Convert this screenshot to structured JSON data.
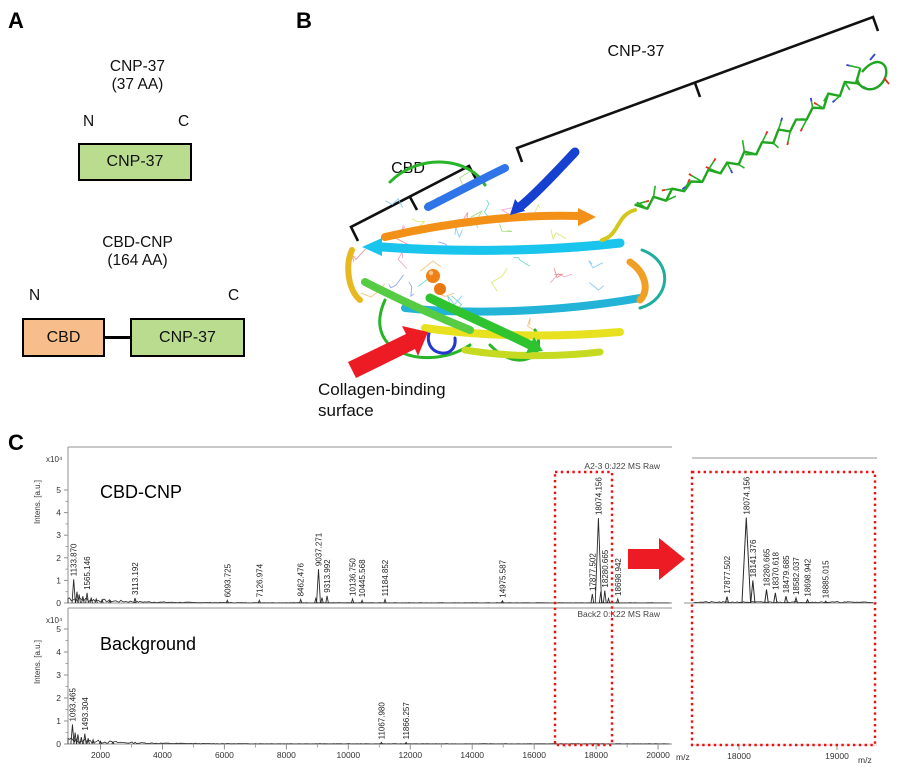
{
  "panels": {
    "a": {
      "label": "A",
      "construct1": {
        "title": "CNP-37",
        "subtitle": "(37 AA)",
        "n_label": "N",
        "c_label": "C",
        "domain": "CNP-37",
        "domain_color": "#b9dc8f"
      },
      "construct2": {
        "title": "CBD-CNP",
        "subtitle": "(164 AA)",
        "n_label": "N",
        "c_label": "C",
        "domain1": "CBD",
        "domain1_color": "#f7bd8b",
        "domain2": "CNP-37",
        "domain2_color": "#b9dc8f"
      }
    },
    "b": {
      "label": "B",
      "bracket_cnp37": "CNP-37",
      "bracket_cbd": "CBD",
      "annotation_line1": "Collagen-binding",
      "annotation_line2": "surface",
      "accent_red": "#ed1c24"
    },
    "c": {
      "label": "C",
      "highlight_color": "#f01010",
      "chart_data": [
        {
          "type": "line",
          "title": "CBD-CNP",
          "source_label": "A2-3 0:J22 MS Raw",
          "ylabel": "Intens. [a.u.]",
          "y_scale_label": "x10⁴",
          "ylim": [
            0,
            5.8
          ],
          "yticks": [
            0,
            1,
            2,
            3,
            4,
            5
          ],
          "xlim": [
            950,
            20450
          ],
          "xticks": [
            2000,
            4000,
            6000,
            8000,
            10000,
            12000,
            14000,
            16000,
            18000,
            20000
          ],
          "xlabel": "m/z",
          "labeled_peaks": [
            {
              "mz": 1133.87,
              "intensity": 1.05,
              "label": "1133.870"
            },
            {
              "mz": 1565.146,
              "intensity": 0.45,
              "label": "1565.146"
            },
            {
              "mz": 3113.192,
              "intensity": 0.22,
              "label": "3113.192"
            },
            {
              "mz": 6093.725,
              "intensity": 0.12,
              "label": "6093.725"
            },
            {
              "mz": 7126.974,
              "intensity": 0.12,
              "label": "7126.974"
            },
            {
              "mz": 8462.476,
              "intensity": 0.16,
              "label": "8462.476"
            },
            {
              "mz": 9037.271,
              "intensity": 1.5,
              "label": "9037.271"
            },
            {
              "mz": 9313.992,
              "intensity": 0.32,
              "label": "9313.992"
            },
            {
              "mz": 10136.75,
              "intensity": 0.18,
              "label": "10136.750"
            },
            {
              "mz": 10445.568,
              "intensity": 0.12,
              "label": "10445.568"
            },
            {
              "mz": 11184.852,
              "intensity": 0.16,
              "label": "11184.852"
            },
            {
              "mz": 14975.587,
              "intensity": 0.1,
              "label": "14975.587"
            },
            {
              "mz": 17877.502,
              "intensity": 0.4,
              "label": "17877.502"
            },
            {
              "mz": 18074.156,
              "intensity": 3.76,
              "label": "18074.156"
            },
            {
              "mz": 18280.665,
              "intensity": 0.55,
              "label": "18280.665"
            },
            {
              "mz": 18698.942,
              "intensity": 0.18,
              "label": "18698.942"
            }
          ],
          "minor_peaks": [
            [
              1240,
              0.5
            ],
            [
              1310,
              0.38
            ],
            [
              1430,
              0.3
            ],
            [
              1700,
              0.24
            ],
            [
              1860,
              0.18
            ],
            [
              2050,
              0.14
            ],
            [
              2300,
              0.1
            ],
            [
              8950,
              0.2
            ],
            [
              9150,
              0.24
            ],
            [
              18150,
              0.5
            ],
            [
              18400,
              0.2
            ]
          ]
        },
        {
          "type": "line",
          "title": "Background",
          "source_label": "Back2 0:K22 MS Raw",
          "ylabel": "Intens. [a.u.]",
          "y_scale_label": "x10⁴",
          "ylim": [
            0,
            5.8
          ],
          "yticks": [
            0,
            1,
            2,
            3,
            4,
            5
          ],
          "xlim": [
            950,
            20450
          ],
          "xlabel": "m/z",
          "labeled_peaks": [
            {
              "mz": 1093.465,
              "intensity": 0.85,
              "label": "1093.465"
            },
            {
              "mz": 1493.304,
              "intensity": 0.45,
              "label": "1493.304"
            },
            {
              "mz": 11067.98,
              "intensity": 0.07,
              "label": "11067.980"
            },
            {
              "mz": 11866.257,
              "intensity": 0.07,
              "label": "11866.257"
            }
          ],
          "minor_peaks": [
            [
              1180,
              0.5
            ],
            [
              1270,
              0.42
            ],
            [
              1380,
              0.3
            ],
            [
              1600,
              0.25
            ],
            [
              1760,
              0.18
            ],
            [
              2000,
              0.12
            ],
            [
              2400,
              0.08
            ]
          ]
        },
        {
          "type": "line",
          "title": "",
          "inset": true,
          "xlim": [
            17520,
            19380
          ],
          "xticks": [
            18000,
            19000
          ],
          "xlabel": "m/z",
          "labeled_peaks": [
            {
              "mz": 17877.502,
              "intensity": 0.28,
              "label": "17877.502"
            },
            {
              "mz": 18074.156,
              "intensity": 3.78,
              "label": "18074.156"
            },
            {
              "mz": 18141.376,
              "intensity": 1.0,
              "label": "18141.376"
            },
            {
              "mz": 18280.665,
              "intensity": 0.6,
              "label": "18280.665"
            },
            {
              "mz": 18370.618,
              "intensity": 0.45,
              "label": "18370.618"
            },
            {
              "mz": 18479.685,
              "intensity": 0.3,
              "label": "18479.685"
            },
            {
              "mz": 18582.037,
              "intensity": 0.22,
              "label": "18582.037"
            },
            {
              "mz": 18698.942,
              "intensity": 0.15,
              "label": "18698.942"
            },
            {
              "mz": 18885.015,
              "intensity": 0.08,
              "label": "18885.015"
            }
          ],
          "minor_peaks": []
        }
      ]
    }
  }
}
